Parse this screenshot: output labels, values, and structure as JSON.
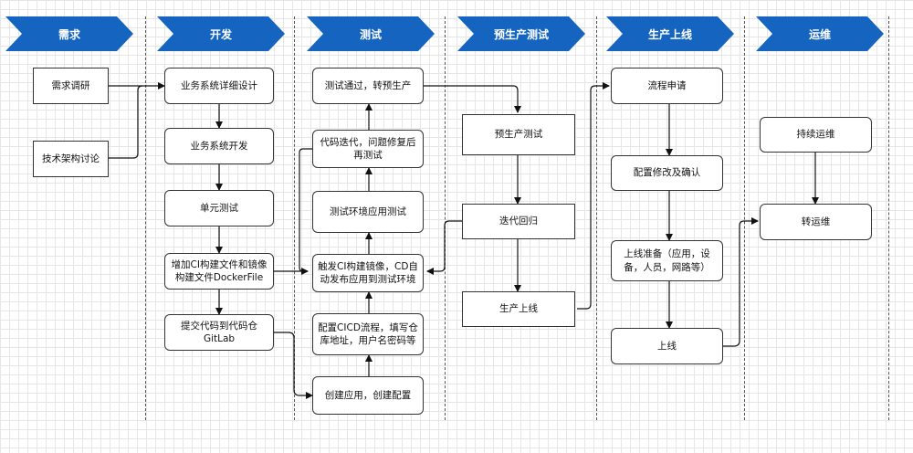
{
  "phases": [
    "需求",
    "开发",
    "测试",
    "预生产测试",
    "生产上线",
    "运维"
  ],
  "nodes": {
    "req_research": "需求调研",
    "tech_discuss": "技术架构讨论",
    "dev_design": "业务系统详细设计",
    "dev_build": "业务系统开发",
    "dev_unit": "单元测试",
    "dev_ci": "增加CI构建文件和镜像构建文件DockerFile",
    "dev_commit": "提交代码到代码仓GitLab",
    "test_pass": "测试通过，转预生产",
    "test_iterate": "代码迭代，问题修复后再测试",
    "test_env": "测试环境应用测试",
    "test_trigger": "触发CI构建镜像，CD自动发布应用到测试环境",
    "test_cicd": "配置CICD流程，填写仓库地址，用户名密码等",
    "test_create": "创建应用，创建配置",
    "pre_test": "预生产测试",
    "pre_rollback": "迭代回归",
    "pre_golive": "生产上线",
    "prod_apply": "流程申请",
    "prod_config": "配置修改及确认",
    "prod_prepare": "上线准备（应用，设备，人员，网路等）",
    "prod_live": "上线",
    "ops_continuous": "持续运维",
    "ops_transfer": "转运维"
  }
}
